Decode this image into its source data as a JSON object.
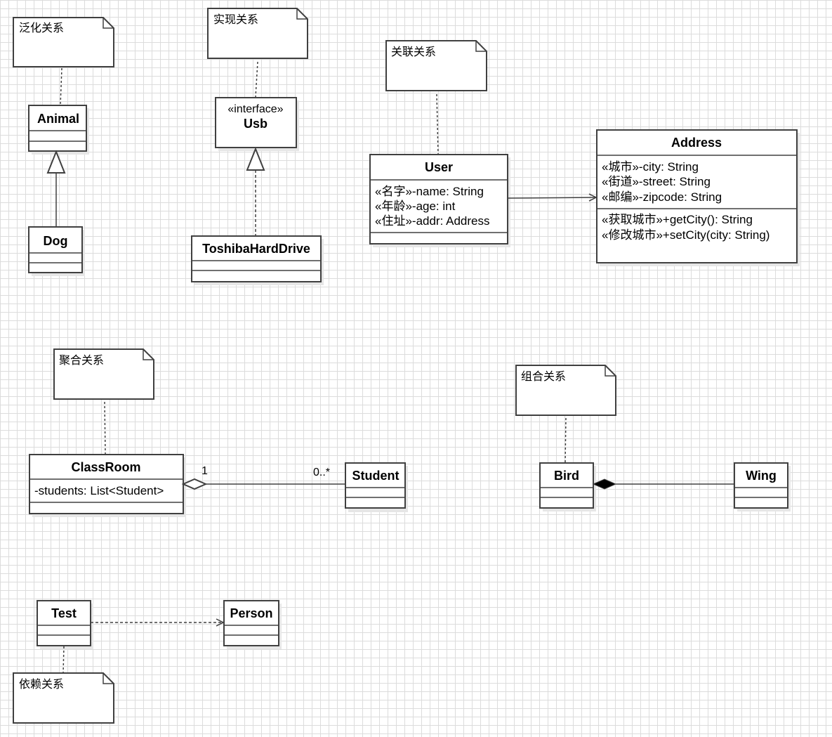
{
  "notes": {
    "generalization": "泛化关系",
    "realization": "实现关系",
    "association": "关联关系",
    "aggregation": "聚合关系",
    "composition": "组合关系",
    "dependency": "依赖关系"
  },
  "classes": {
    "animal": {
      "name": "Animal"
    },
    "dog": {
      "name": "Dog"
    },
    "usb": {
      "stereotype": "«interface»",
      "name": "Usb"
    },
    "toshiba": {
      "name": "ToshibaHardDrive"
    },
    "user": {
      "name": "User",
      "attributes": [
        "«名字»-name: String",
        "«年龄»-age: int",
        "«住址»-addr: Address"
      ]
    },
    "address": {
      "name": "Address",
      "attributes": [
        "«城市»-city: String",
        "«街道»-street: String",
        "«邮编»-zipcode: String"
      ],
      "operations": [
        "«获取城市»+getCity(): String",
        "«修改城市»+setCity(city: String)"
      ]
    },
    "classroom": {
      "name": "ClassRoom",
      "attributes": [
        "-students: List<Student>"
      ]
    },
    "student": {
      "name": "Student"
    },
    "bird": {
      "name": "Bird"
    },
    "wing": {
      "name": "Wing"
    },
    "test": {
      "name": "Test"
    },
    "person": {
      "name": "Person"
    }
  },
  "multiplicities": {
    "classroom_end": "1",
    "student_end": "0..*"
  },
  "colors": {
    "grid": "#dcdcdc",
    "stroke": "#404040",
    "background": "#ffffff"
  }
}
